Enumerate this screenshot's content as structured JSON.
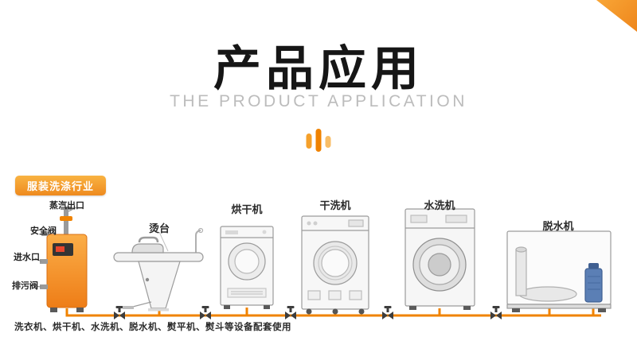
{
  "header": {
    "title": "产品应用",
    "subtitle": "THE PRODUCT APPLICATION"
  },
  "badge": {
    "label": "服装洗涤行业"
  },
  "diagram": {
    "boiler_labels": {
      "steam_outlet": "蒸汽出口",
      "safety_valve": "安全阀",
      "water_inlet": "进水口",
      "drain_valve": "排污阀"
    },
    "machines": [
      {
        "label": "烫台"
      },
      {
        "label": "烘干机"
      },
      {
        "label": "干洗机"
      },
      {
        "label": "水洗机"
      },
      {
        "label": "脱水机"
      }
    ]
  },
  "footer": {
    "caption": "洗衣机、烘干机、水洗机、脱水机、熨平机、熨斗等设备配套使用"
  },
  "colors": {
    "accent": "#f08300",
    "badge_gradient_top": "#f9b342",
    "badge_gradient_bottom": "#ee8a1f",
    "boiler_orange": "#f08c1e",
    "motor_blue": "#5b7fb5",
    "subtitle_gray": "#bcbcbc"
  }
}
